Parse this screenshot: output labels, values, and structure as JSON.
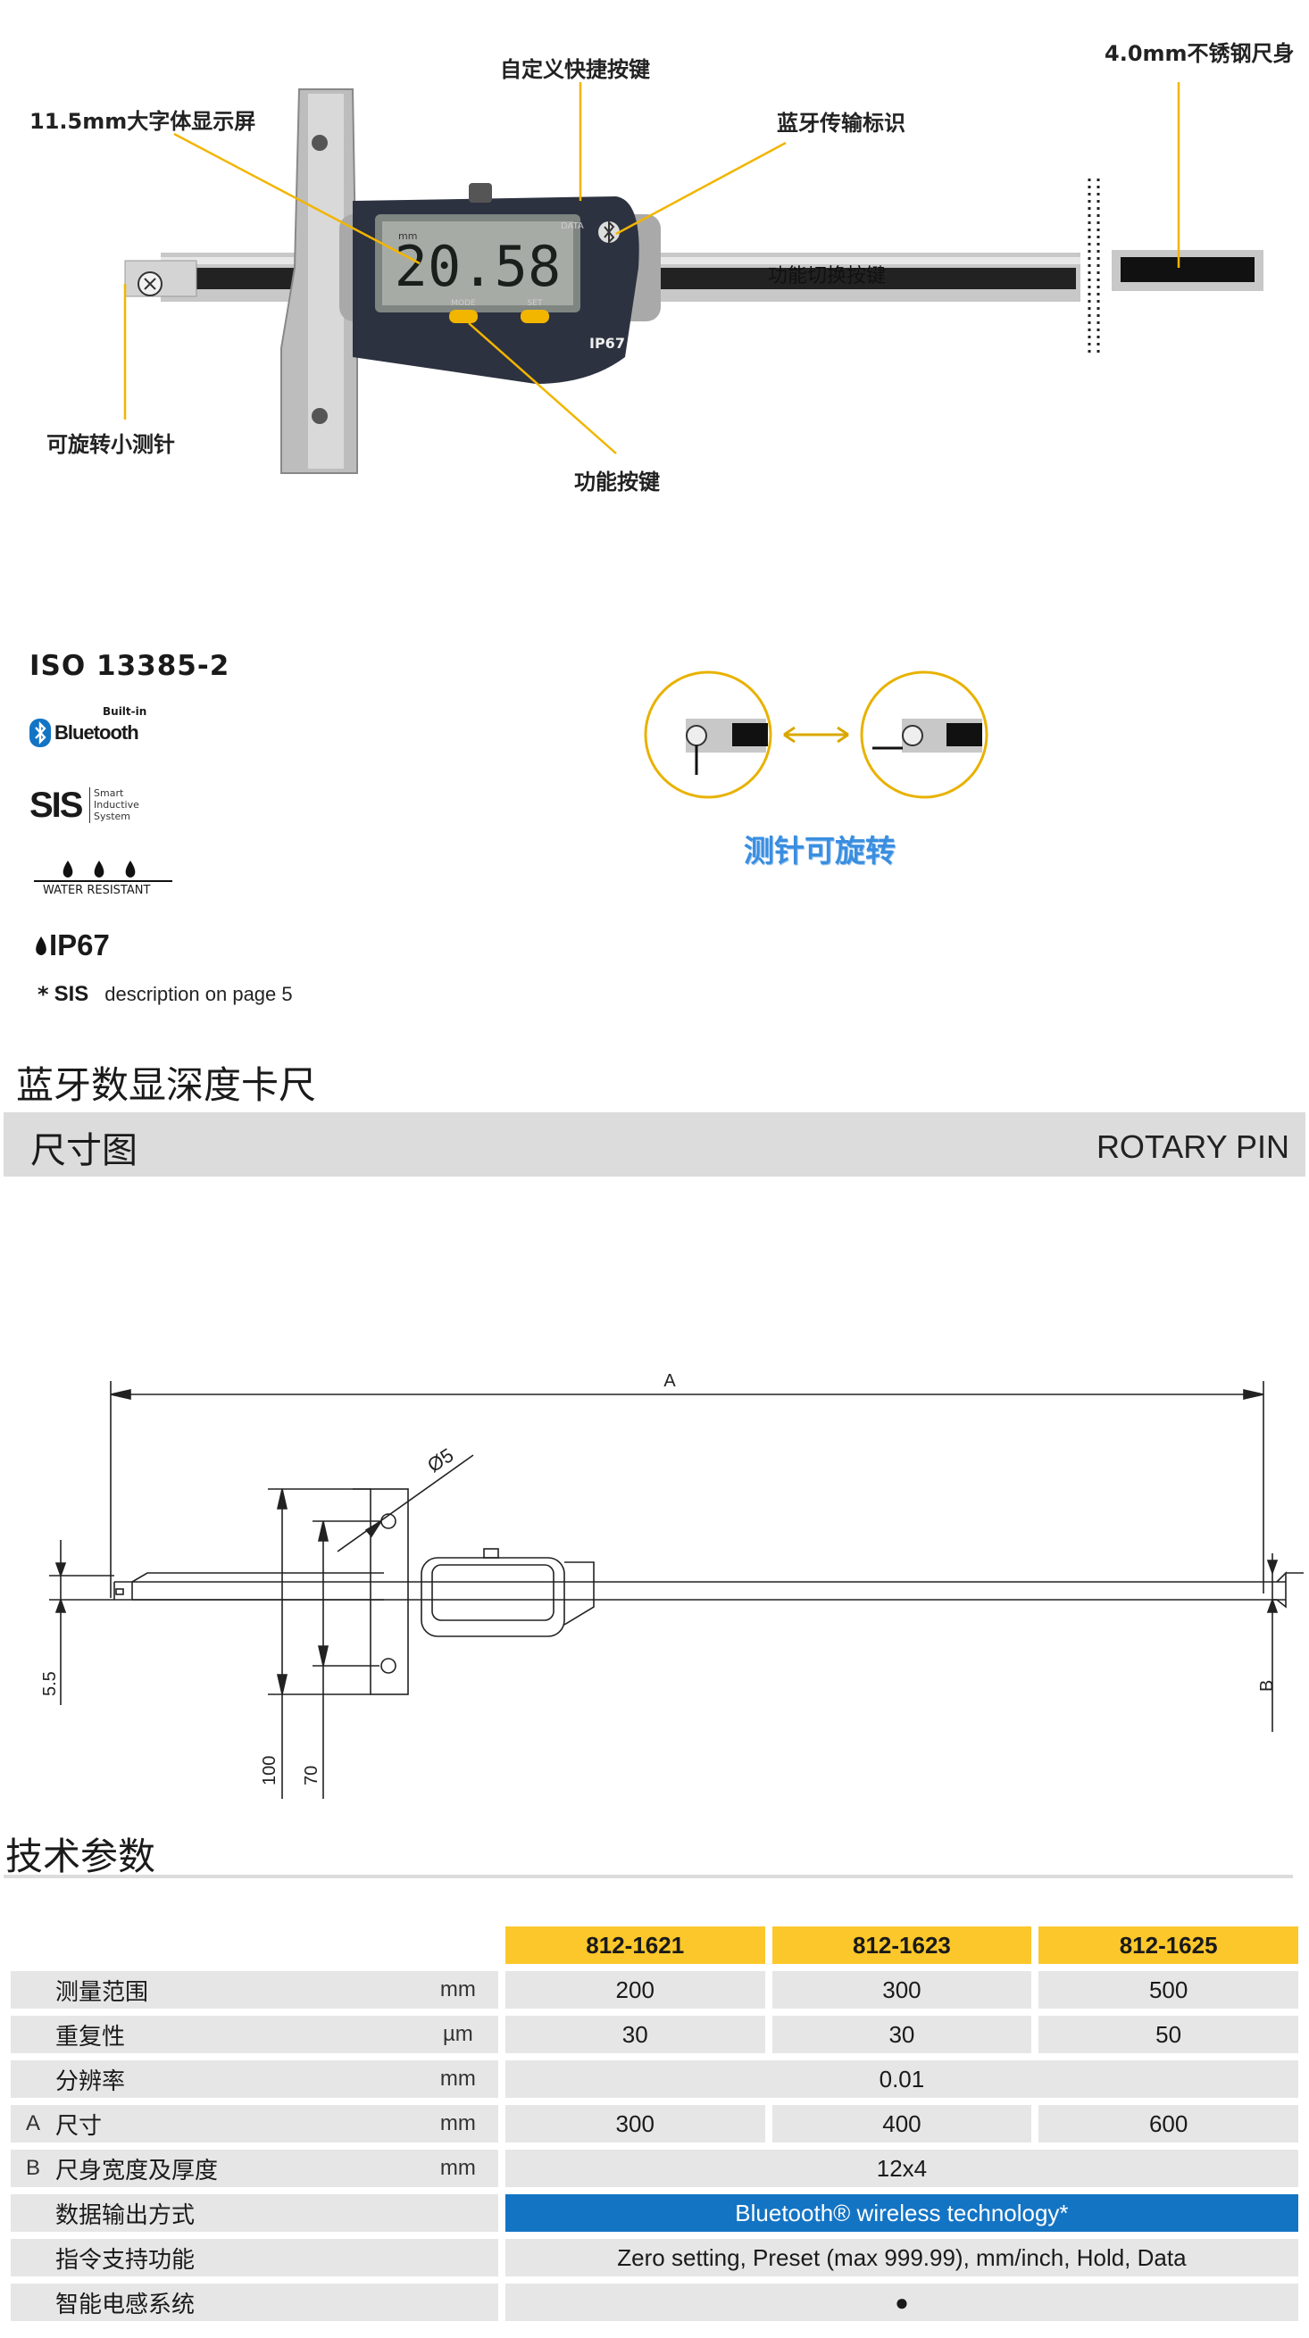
{
  "callouts": {
    "custom_key": "自定义快捷按键",
    "display": "11.5mm大字体显示屏",
    "bluetooth_mark": "蓝牙传输标识",
    "steel_body": "4.0mm不锈钢尺身",
    "function_switch": "功能切换按键",
    "rotating_pin": "可旋转小测针",
    "function_key": "功能按键"
  },
  "device": {
    "reading": "20.58",
    "unit_label": "mm",
    "mode_label": "MODE",
    "set_label": "SET",
    "data_label": "DATA",
    "ip_label": "IP67"
  },
  "certs": {
    "iso": "ISO 13385-2",
    "bt_builtin": "Built-in",
    "bt_name": "Bluetooth",
    "sis": "SIS",
    "sis_desc": [
      "Smart",
      "Inductive",
      "System"
    ],
    "water": "WATER RESISTANT",
    "ip": "IP67",
    "note_star": "*",
    "note_sis": "SIS",
    "note_text": "description on page 5"
  },
  "rotary_caption": "测针可旋转",
  "product_title": "蓝牙数显深度卡尺",
  "dim_section": {
    "title": "尺寸图",
    "right_label": "ROTARY PIN"
  },
  "drawing": {
    "A": "A",
    "B": "B",
    "dia": "Ø5",
    "h55": "5.5",
    "h100": "100",
    "h70": "70"
  },
  "spec_title": "技术参数",
  "spec_table": {
    "models": [
      "812-1621",
      "812-1623",
      "812-1625"
    ],
    "rows": [
      {
        "letter": "",
        "label": "测量范围",
        "unit": "mm",
        "values": [
          "200",
          "300",
          "500"
        ]
      },
      {
        "letter": "",
        "label": "重复性",
        "unit": "µm",
        "values": [
          "30",
          "30",
          "50"
        ]
      },
      {
        "letter": "",
        "label": "分辨率",
        "unit": "mm",
        "span": "0.01"
      },
      {
        "letter": "A",
        "label": "尺寸",
        "unit": "mm",
        "values": [
          "300",
          "400",
          "600"
        ]
      },
      {
        "letter": "B",
        "label": "尺身宽度及厚度",
        "unit": "mm",
        "span": "12x4"
      },
      {
        "letter": "",
        "label": "数据输出方式",
        "unit": "",
        "span": "Bluetooth® wireless technology*"
      },
      {
        "letter": "",
        "label": "指令支持功能",
        "unit": "",
        "span": "Zero setting, Preset (max 999.99), mm/inch, Hold, Data"
      },
      {
        "letter": "",
        "label": "智能电感系统",
        "unit": "",
        "span": "●"
      }
    ]
  },
  "colors": {
    "callout_line": "#f2b500",
    "model_header": "#fcc72a",
    "blue_cell": "#1474c4",
    "grey_cell": "#e6e6e6",
    "caption_blue": "#3a8ee0"
  }
}
